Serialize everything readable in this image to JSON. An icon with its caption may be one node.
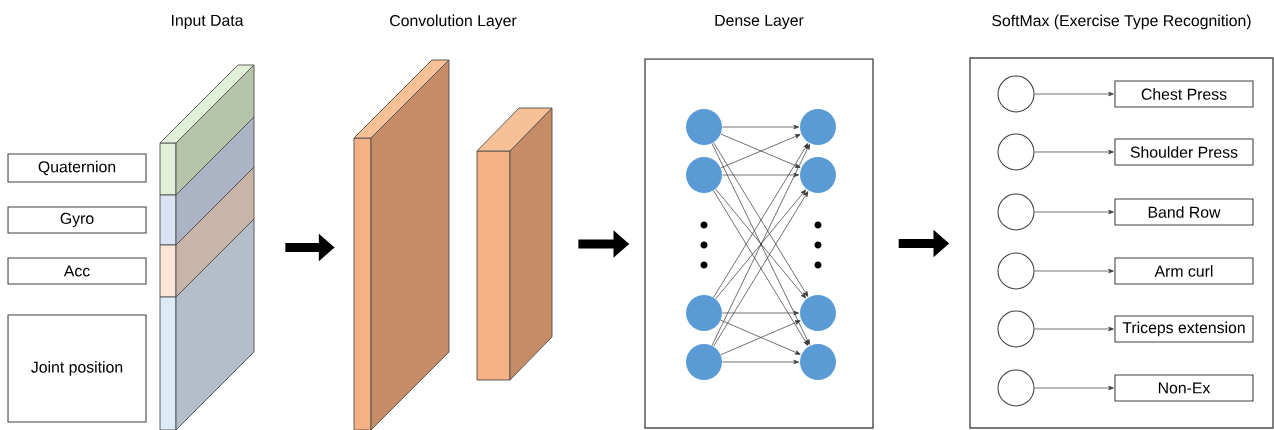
{
  "diagram": {
    "nodes": [
      {
        "text": [
          "Quaternion"
        ]
      },
      {
        "text": [
          "Gyro"
        ]
      },
      {
        "text": [
          "Acc"
        ]
      },
      {
        "text": [
          "Joint position"
        ]
      },
      {
        "text": [
          "Input Data"
        ]
      },
      {
        "text": [],
        "shape": "box"
      },
      {
        "text": [],
        "shape": "box"
      },
      {
        "text": [
          "Dense Layer"
        ]
      },
      {
        "text": [],
        "shape": "circle",
        "in": 7
      },
      {
        "text": [],
        "shape": "circle",
        "in": 7
      },
      {
        "text": [],
        "shape": "circle",
        "in": 7
      },
      {
        "text": [],
        "shape": "circle",
        "in": 7
      },
      {
        "text": [],
        "shape": "circle",
        "in": 7
      },
      {
        "text": [],
        "shape": "circle",
        "in": 7
      },
      {
        "text": [],
        "shape": "circle",
        "in": 7
      },
      {
        "text": [],
        "shape": "circle",
        "in": 7
      },
      {
        "text": [
          "SoftMax (Exercise Type Recognition)"
        ]
      },
      {
        "text": [],
        "shape": "circle",
        "in": 16
      },
      {
        "text": [
          "Chest Press"
        ],
        "in": 16
      },
      {
        "text": [],
        "shape": "circle",
        "in": 16
      },
      {
        "text": [
          "Shoulder Press"
        ],
        "in": 16
      },
      {
        "text": [],
        "shape": "circle",
        "in": 16
      },
      {
        "text": [
          "Band Row"
        ],
        "in": 16
      },
      {
        "text": [],
        "shape": "circle",
        "in": 16
      },
      {
        "text": [
          "Arm curl"
        ],
        "in": 16
      },
      {
        "text": [],
        "shape": "circle",
        "in": 16
      },
      {
        "text": [
          "Triceps extension"
        ],
        "in": 16
      },
      {
        "text": [],
        "shape": "circle",
        "in": 16
      },
      {
        "text": [
          "Non-Ex"
        ],
        "in": 16
      }
    ],
    "edges": [
      {
        "from": 4,
        "to": 5,
        "arrow": "to",
        "style": "thick"
      },
      {
        "from": 6,
        "to": 7,
        "arrow": "to",
        "style": "thick"
      },
      {
        "from": 7,
        "to": 16,
        "arrow": "to",
        "style": "thick"
      },
      {
        "from": 8,
        "to": 12,
        "arrow": "to"
      },
      {
        "from": 8,
        "to": 13,
        "arrow": "to"
      },
      {
        "from": 8,
        "to": 14,
        "arrow": "to"
      },
      {
        "from": 8,
        "to": 15,
        "arrow": "to"
      },
      {
        "from": 9,
        "to": 12,
        "arrow": "to"
      },
      {
        "from": 9,
        "to": 13,
        "arrow": "to"
      },
      {
        "from": 9,
        "to": 14,
        "arrow": "to"
      },
      {
        "from": 9,
        "to": 15,
        "arrow": "to"
      },
      {
        "from": 10,
        "to": 12,
        "arrow": "to"
      },
      {
        "from": 10,
        "to": 13,
        "arrow": "to"
      },
      {
        "from": 10,
        "to": 14,
        "arrow": "to"
      },
      {
        "from": 10,
        "to": 15,
        "arrow": "to"
      },
      {
        "from": 11,
        "to": 12,
        "arrow": "to"
      },
      {
        "from": 11,
        "to": 13,
        "arrow": "to"
      },
      {
        "from": 11,
        "to": 14,
        "arrow": "to"
      },
      {
        "from": 11,
        "to": 15,
        "arrow": "to"
      },
      {
        "from": 17,
        "to": 18,
        "arrow": "to"
      },
      {
        "from": 19,
        "to": 20,
        "arrow": "to"
      },
      {
        "from": 21,
        "to": 22,
        "arrow": "to"
      },
      {
        "from": 23,
        "to": 24,
        "arrow": "to"
      },
      {
        "from": 25,
        "to": 26,
        "arrow": "to"
      },
      {
        "from": 27,
        "to": 28,
        "arrow": "to"
      }
    ],
    "labels": [
      "Convolution Layer"
    ]
  }
}
